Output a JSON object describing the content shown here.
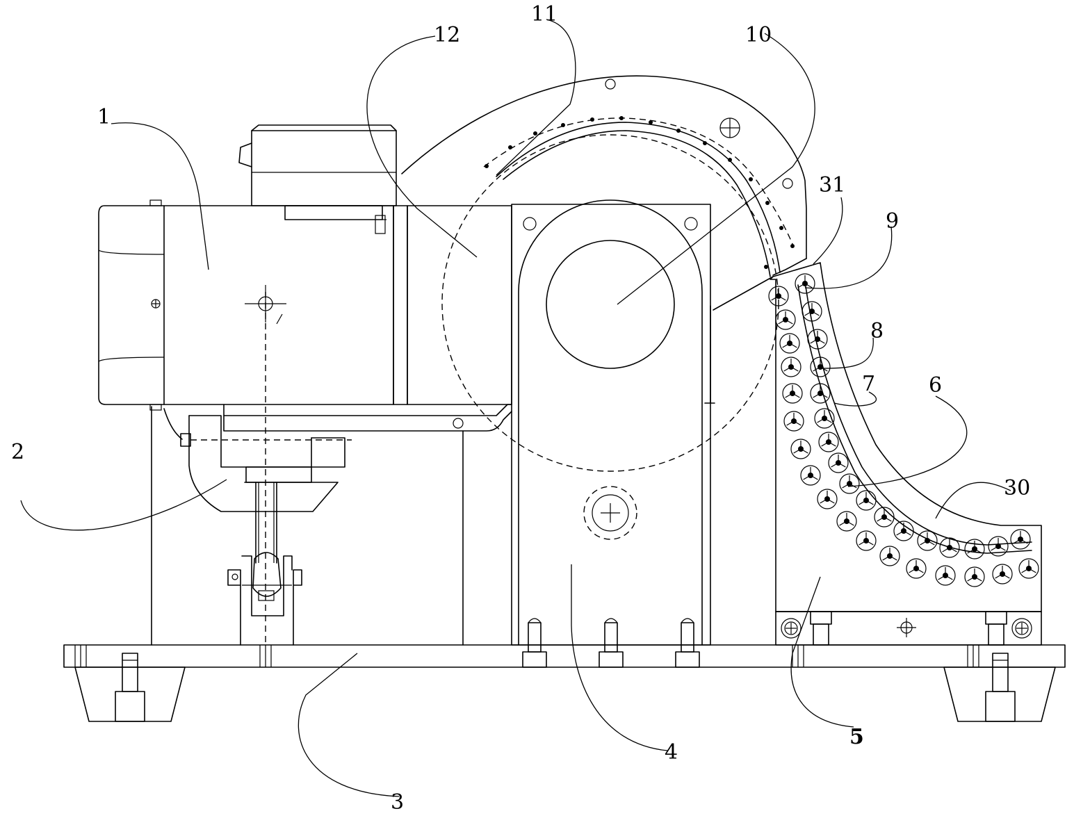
{
  "diagram": {
    "labels": [
      {
        "id": "1",
        "text": "1"
      },
      {
        "id": "2",
        "text": "2"
      },
      {
        "id": "3",
        "text": "3"
      },
      {
        "id": "4",
        "text": "4"
      },
      {
        "id": "5",
        "text": "5"
      },
      {
        "id": "6",
        "text": "6"
      },
      {
        "id": "7",
        "text": "7"
      },
      {
        "id": "8",
        "text": "8"
      },
      {
        "id": "9",
        "text": "9"
      },
      {
        "id": "10",
        "text": "10"
      },
      {
        "id": "11",
        "text": "11"
      },
      {
        "id": "12",
        "text": "12"
      },
      {
        "id": "30",
        "text": "30"
      },
      {
        "id": "31",
        "text": "31"
      }
    ]
  }
}
